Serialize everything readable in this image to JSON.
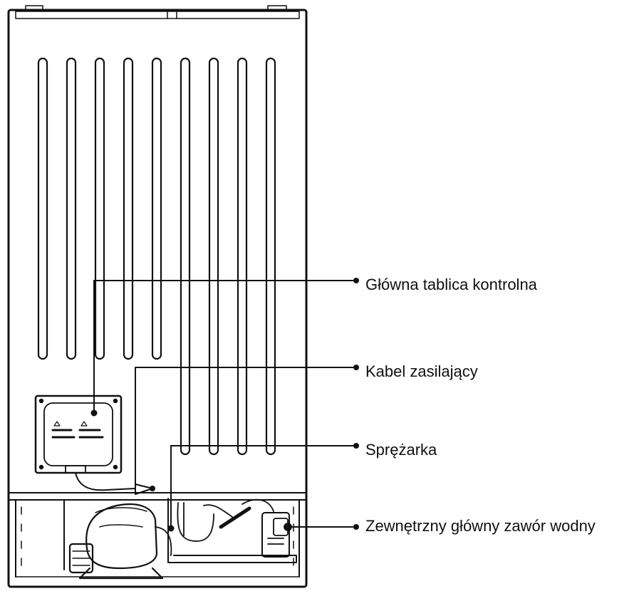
{
  "callouts": [
    {
      "id": "control-board",
      "label": "Główna tablica kontrolna"
    },
    {
      "id": "power-cable",
      "label": "Kabel zasilający"
    },
    {
      "id": "compressor",
      "label": "Sprężarka"
    },
    {
      "id": "water-valve",
      "label": "Zewnętrzny główny zawór wodny"
    }
  ],
  "colors": {
    "line": "#111111",
    "fill": "#ffffff",
    "shade": "#e9e9e9"
  }
}
